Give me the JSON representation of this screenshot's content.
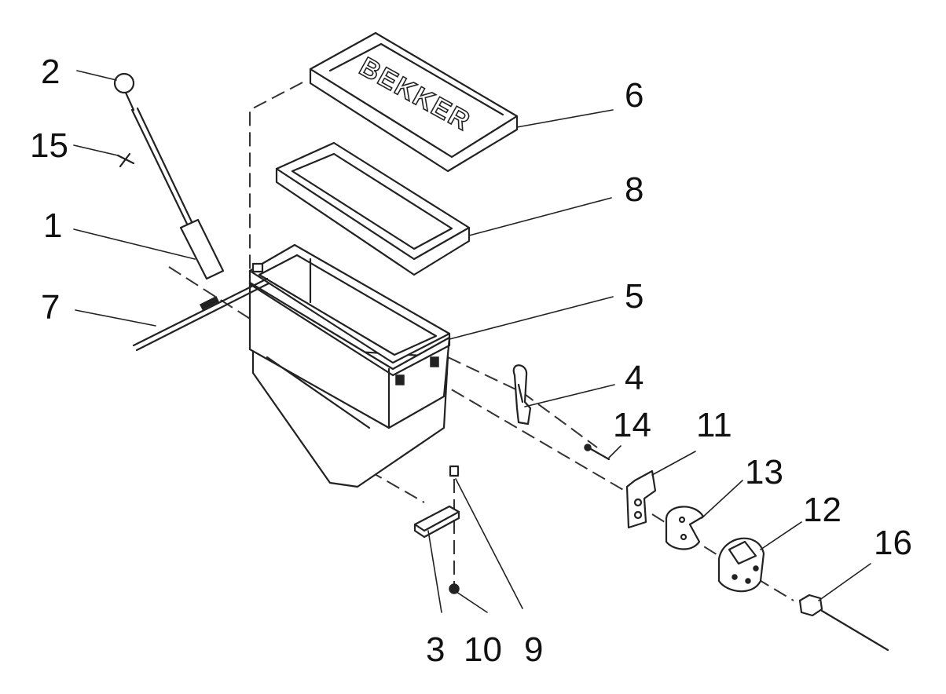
{
  "diagram": {
    "brand_mark": "BEKKER",
    "callouts": [
      {
        "id": "c1",
        "label": "1"
      },
      {
        "id": "c2",
        "label": "2"
      },
      {
        "id": "c3",
        "label": "3"
      },
      {
        "id": "c4",
        "label": "4"
      },
      {
        "id": "c5",
        "label": "5"
      },
      {
        "id": "c6",
        "label": "6"
      },
      {
        "id": "c7",
        "label": "7"
      },
      {
        "id": "c8",
        "label": "8"
      },
      {
        "id": "c9",
        "label": "9"
      },
      {
        "id": "c10",
        "label": "10"
      },
      {
        "id": "c11",
        "label": "11"
      },
      {
        "id": "c12",
        "label": "12"
      },
      {
        "id": "c13",
        "label": "13"
      },
      {
        "id": "c14",
        "label": "14"
      },
      {
        "id": "c15",
        "label": "15"
      },
      {
        "id": "c16",
        "label": "16"
      }
    ]
  }
}
